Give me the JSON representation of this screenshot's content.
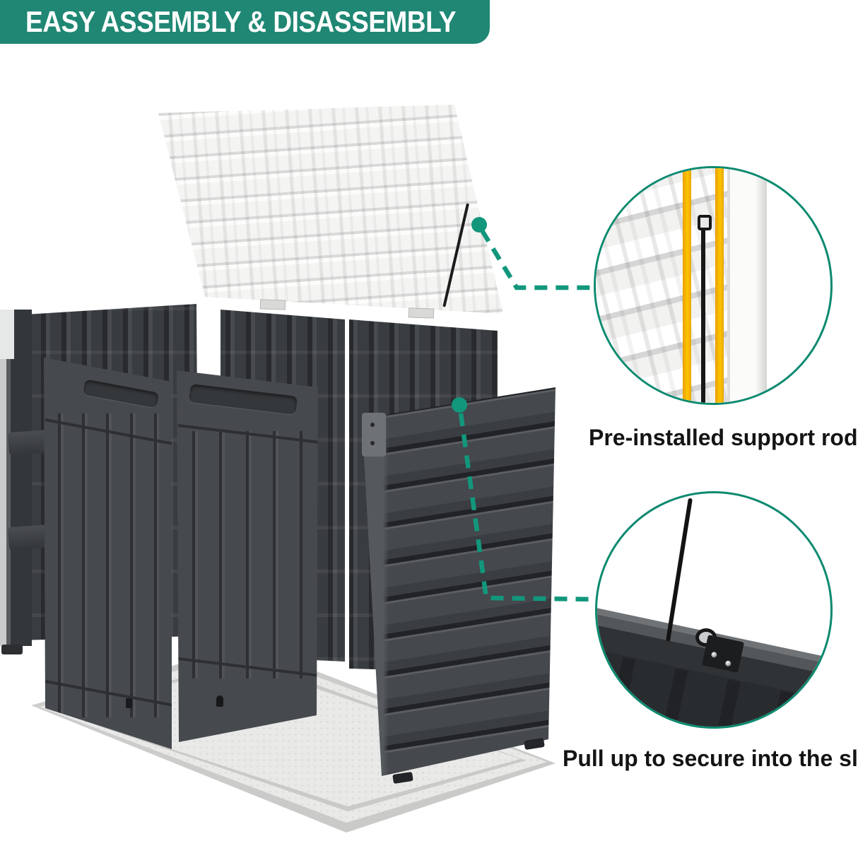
{
  "banner": {
    "title": "EASY ASSEMBLY & DISASSEMBLY"
  },
  "callouts": {
    "support_rod": {
      "label": "Pre-installed support rod"
    },
    "slot": {
      "label": "Pull up to secure into the slot"
    }
  },
  "diagram": {
    "type": "exploded-assembly-illustration",
    "product": "horizontal outdoor storage shed",
    "parts": [
      "lid-underside-panel",
      "pre-installed-support-rod",
      "back-left-wall-panel",
      "back-middle-wall-panel",
      "back-right-wall-panel",
      "left-side-panel",
      "left-door",
      "right-door",
      "right-side-slatted-panel",
      "base-floor-plate"
    ],
    "connector_style": "teal dashed leader lines with round endpoint dots"
  },
  "colors": {
    "banner_bg": "#1F8773",
    "banner_text": "#FFFFFF",
    "accent_teal": "#12977C",
    "callout_circle_border": "#0C8A6F",
    "label_text": "#141414",
    "dark_panel": "#3D4044",
    "door_gray": "#46494D",
    "lid_white": "#F3F3F2",
    "base_gray": "#E9E9E8",
    "support_rod_black": "#181818",
    "highlight_yellow": "#FFC400",
    "background": "#FFFFFF"
  }
}
